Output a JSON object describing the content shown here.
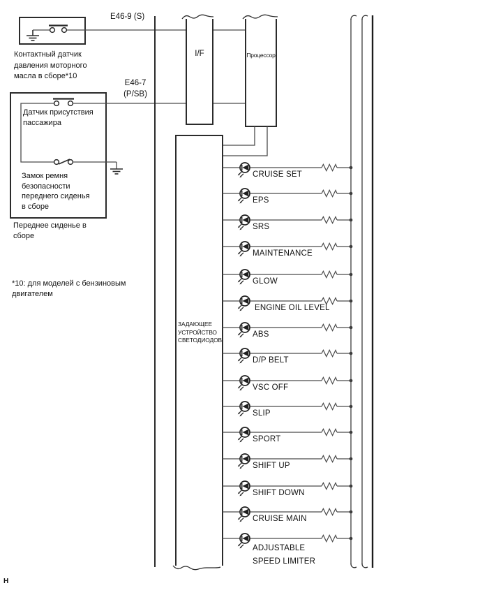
{
  "page": {
    "marker": "Н"
  },
  "colors": {
    "background": "#ffffff",
    "line": "#4a4a4a",
    "border": "#2b2b2b",
    "text": "#111111"
  },
  "oil_pressure_sensor": {
    "connector_label": "E46-9 (S)",
    "label": "Контактный датчик\nдавления моторного\nмасла в сборе*10"
  },
  "front_seat": {
    "connector_label": "E46-7\n(P/SB)",
    "occupant_sensor_label": "Датчик присутствия\nпассажира",
    "buckle_label": "Замок ремня\nбезопасности\nпереднего сиденья\nв сборе",
    "assembly_label": "Переднее сиденье в\nсборе"
  },
  "footnote": "*10: для моделей с бензиновым\nдвигателем",
  "combination_meter": {
    "interface_label": "I/F",
    "processor_label": "Процессор",
    "led_driver_label": "ЗАДАЮЩЕЕ\nУСТРОЙСТВО\nСВЕТОДИОДОВ"
  },
  "leds": [
    {
      "label": "CRUISE SET"
    },
    {
      "label": "EPS"
    },
    {
      "label": "SRS"
    },
    {
      "label": "MAINTENANCE"
    },
    {
      "label": "GLOW"
    },
    {
      "label": "ENGINE OIL LEVEL"
    },
    {
      "label": "ABS"
    },
    {
      "label": "D/P BELT"
    },
    {
      "label": "VSC OFF"
    },
    {
      "label": "SLIP"
    },
    {
      "label": "SPORT"
    },
    {
      "label": "SHIFT UP"
    },
    {
      "label": "SHIFT DOWN"
    },
    {
      "label": "CRUISE MAIN"
    },
    {
      "label": "ADJUSTABLE\nSPEED LIMITER"
    }
  ],
  "symbols": {
    "led": "led-icon",
    "resistor": "resistor-icon",
    "ground": "ground-icon",
    "switch": "switch-icon"
  }
}
